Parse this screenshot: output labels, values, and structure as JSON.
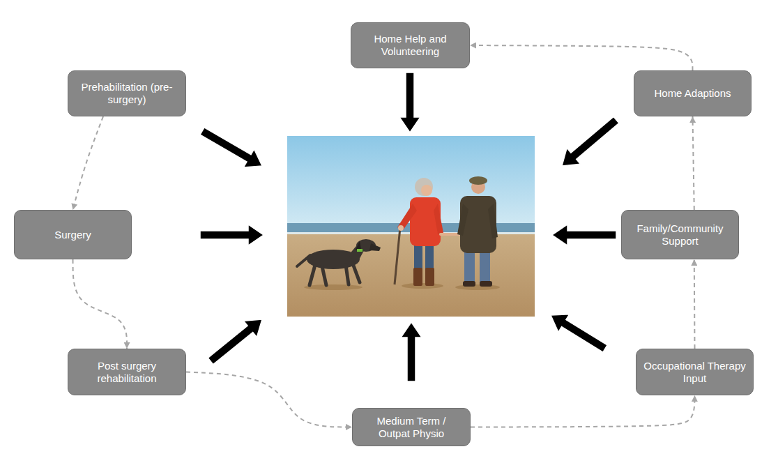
{
  "diagram": {
    "nodes": [
      {
        "text": [
          "Home Help and Volunteering"
        ]
      },
      {
        "text": [
          "Prehabilitation (pre-surgery)"
        ]
      },
      {
        "text": [
          "Home Adaptions"
        ]
      },
      {
        "text": [
          "Surgery"
        ]
      },
      {
        "text": [
          "Family/Community Support"
        ]
      },
      {
        "text": [
          "Post surgery rehabilitation"
        ]
      },
      {
        "text": [
          "Occupational Therapy Input"
        ]
      },
      {
        "text": [
          "Medium Term / Outpat Physio"
        ]
      }
    ],
    "edges": [
      {
        "from": 1,
        "to": 3,
        "arrow": "to"
      },
      {
        "from": 3,
        "to": 5,
        "arrow": "to"
      },
      {
        "from": 5,
        "to": 7,
        "arrow": "to"
      },
      {
        "from": 7,
        "to": 6,
        "arrow": "to"
      },
      {
        "from": 6,
        "to": 4,
        "arrow": "to"
      },
      {
        "from": 4,
        "to": 2,
        "arrow": "to"
      },
      {
        "from": 2,
        "to": 0,
        "arrow": "to"
      }
    ]
  }
}
